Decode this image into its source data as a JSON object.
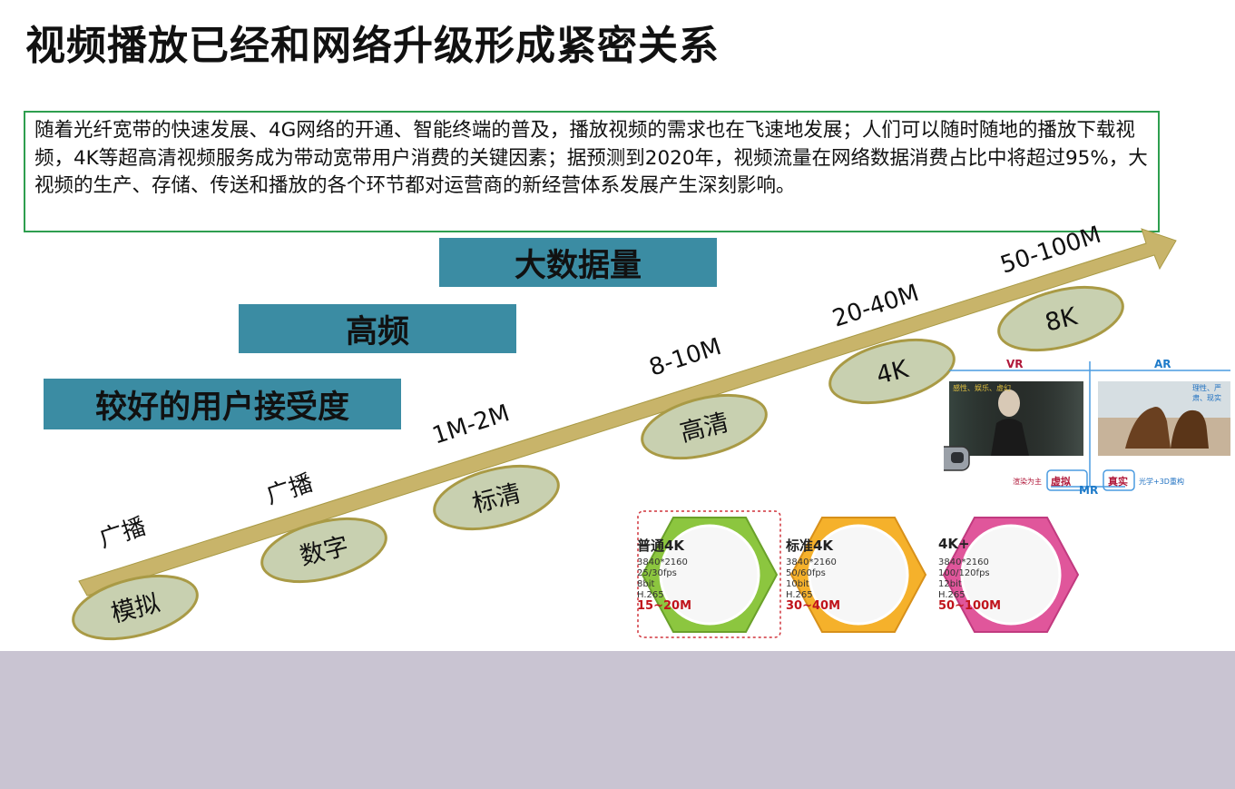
{
  "title": "视频播放已经和网络升级形成紧密关系",
  "intro": "随着光纤宽带的快速发展、4G网络的开通、智能终端的普及，播放视频的需求也在飞速地发展；人们可以随时随地的播放下载视频，4K等超高清视频服务成为带动宽带用户消费的关键因素；据预测到2020年，视频流量在网络数据消费占比中将超过95%，大视频的生产、存储、传送和播放的各个环节都对运营商的新经营体系发展产生深刻影响。",
  "bands": [
    "较好的用户接受度",
    "高频",
    "大数据量"
  ],
  "stages": [
    {
      "bandwidth": "广播",
      "quality": "模拟"
    },
    {
      "bandwidth": "广播",
      "quality": "数字"
    },
    {
      "bandwidth": "1M-2M",
      "quality": "标清"
    },
    {
      "bandwidth": "8-10M",
      "quality": "高清"
    },
    {
      "bandwidth": "20-40M",
      "quality": "4K"
    },
    {
      "bandwidth": "50-100M",
      "quality": "8K"
    }
  ],
  "vr": {
    "left_label": "VR",
    "right_label": "AR",
    "bottom_label": "MR",
    "left_caption": "感性、娱乐、虚幻",
    "right_caption": "理性、严肃、现实",
    "left_bottom": "虚拟",
    "right_bottom": "真实",
    "left_note": "渲染为主",
    "right_note": "光学+3D重构"
  },
  "hexes": [
    {
      "title": "普通4K",
      "lines": [
        "3840*2160",
        "25/30fps",
        "8bit",
        "H.265"
      ],
      "rate": "15~20M",
      "color": "#8cc63f"
    },
    {
      "title": "标准4K",
      "lines": [
        "3840*2160",
        "50/60fps",
        "10bit",
        "H.265"
      ],
      "rate": "30~40M",
      "color": "#f5b12b"
    },
    {
      "title": "4K+",
      "lines": [
        "3840*2160",
        "100/120fps",
        "12bit",
        "H.265"
      ],
      "rate": "50~100M",
      "color": "#e0569b"
    }
  ],
  "colors": {
    "band": "#3b8ca3",
    "arrow": "#c8b46a",
    "ellipse": "#c8d0b0",
    "ellipse_border": "#a99a45",
    "frame": "#2e9e4f",
    "footer": "#c9c4d2"
  }
}
